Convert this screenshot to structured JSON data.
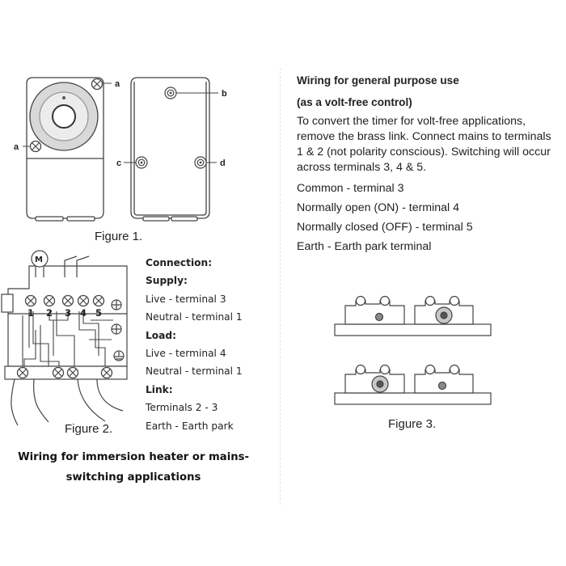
{
  "figure1": {
    "caption": "Figure 1.",
    "labels": {
      "a_top": "a",
      "a_left": "a",
      "b": "b",
      "c": "c",
      "d": "d"
    }
  },
  "figure2": {
    "caption": "Figure 2.",
    "terminal_numbers": [
      "1",
      "2",
      "3",
      "4",
      "5"
    ],
    "motor_label": "M",
    "connection": {
      "title": "Connection:",
      "supply_title": "Supply:",
      "supply_live": "Live - terminal 3",
      "supply_neutral": "Neutral - terminal 1",
      "load_title": "Load:",
      "load_live": "Live - terminal 4",
      "load_neutral": "Neutral - terminal 1",
      "link_title": "Link:",
      "link_terminals": "Terminals 2 - 3",
      "earth": "Earth - Earth park"
    },
    "heading_line1": "Wiring for immersion heater or mains-",
    "heading_line2": "switching applications"
  },
  "general_purpose": {
    "heading_line1": "Wiring for general purpose use",
    "heading_line2": "(as a volt-free control)",
    "body_lines": [
      "To convert the timer for volt-free applications,",
      "remove the brass link.  Connect mains to terminals",
      "1 & 2 (not polarity conscious).  Switching will occur",
      "across terminals 3, 4 & 5."
    ],
    "common": "Common - terminal 3",
    "normally_open": "Normally open (ON) - terminal 4",
    "normally_closed": "Normally closed (OFF) - terminal 5",
    "earth": "Earth - Earth park terminal"
  },
  "figure3": {
    "caption": "Figure 3."
  },
  "colors": {
    "line": "#4a4a4a",
    "text": "#222222",
    "fill_grey": "#c8c8c8",
    "fill_dark": "#8a8a8a"
  }
}
